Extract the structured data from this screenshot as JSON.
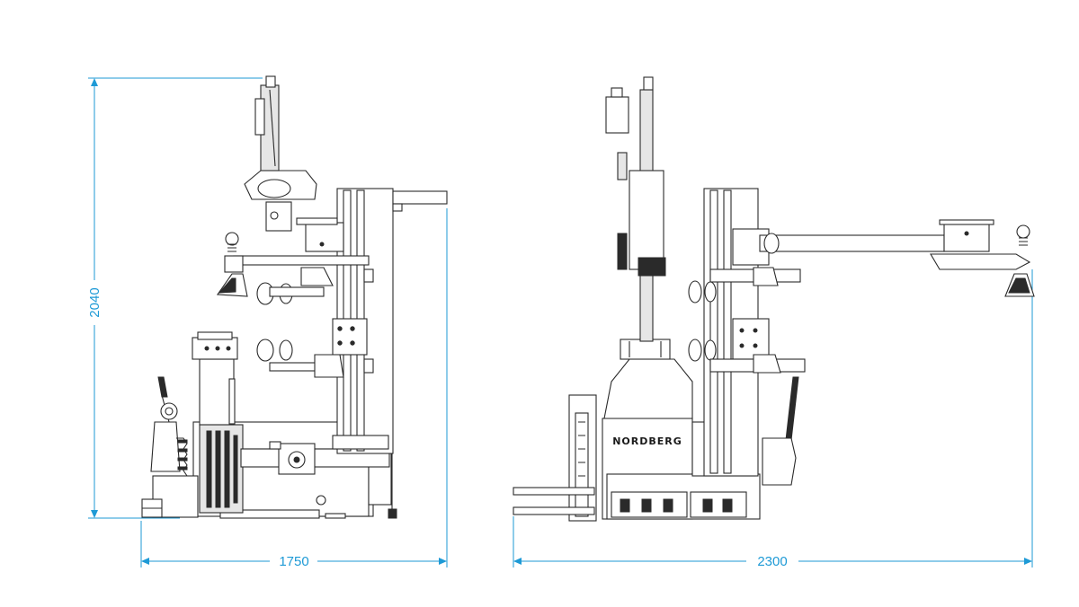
{
  "dimensions": {
    "height_label": "2040",
    "left_width_label": "1750",
    "right_width_label": "2300"
  },
  "brand": "NORDBERG",
  "colors": {
    "dimension": "#1e9ad6",
    "line": "#2a2a2a"
  }
}
